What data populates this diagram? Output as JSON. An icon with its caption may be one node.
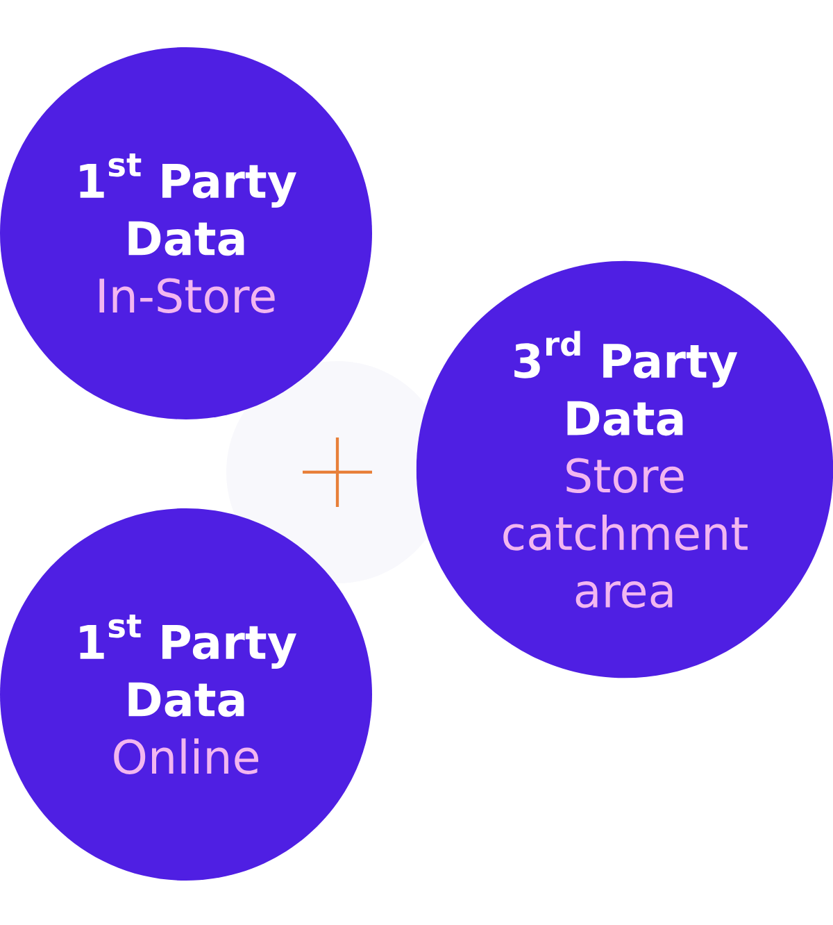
{
  "diagram": {
    "nodes": [
      {
        "text": [
          "\\text{1}^{\\text{st}}",
          "Party Data",
          "In-Store"
        ]
      },
      {
        "text": [
          "\\text{1}^{\\text{st}}",
          "Party Data",
          "Online"
        ]
      },
      {
        "text": [
          "\\text{3}^{\\text{rd}}",
          "Party Data",
          "Store catchment area"
        ]
      }
    ]
  }
}
